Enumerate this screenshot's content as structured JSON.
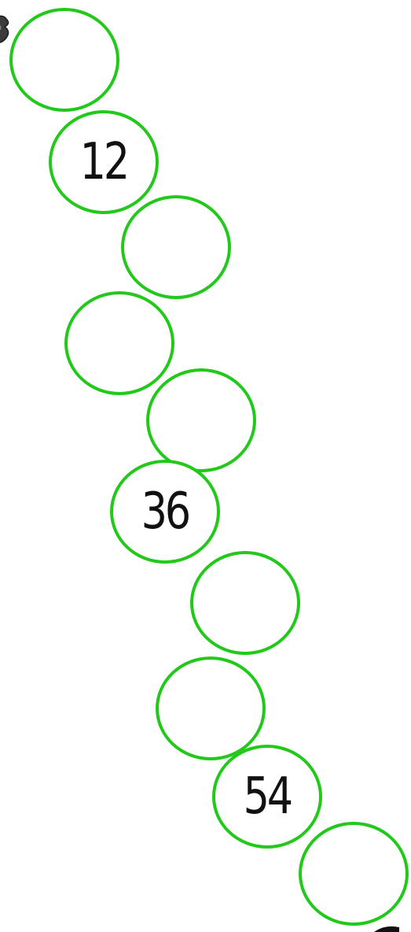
{
  "circles": [
    {
      "label": ""
    },
    {
      "label": "12"
    },
    {
      "label": ""
    },
    {
      "label": ""
    },
    {
      "label": ""
    },
    {
      "label": "36"
    },
    {
      "label": ""
    },
    {
      "label": ""
    },
    {
      "label": "54"
    },
    {
      "label": ""
    }
  ],
  "colors": {
    "circle_border": "#23c91a",
    "number_text": "#111111",
    "background": "#ffffff"
  },
  "decorations": [
    "character-figure-partial",
    "path-end-mark"
  ]
}
